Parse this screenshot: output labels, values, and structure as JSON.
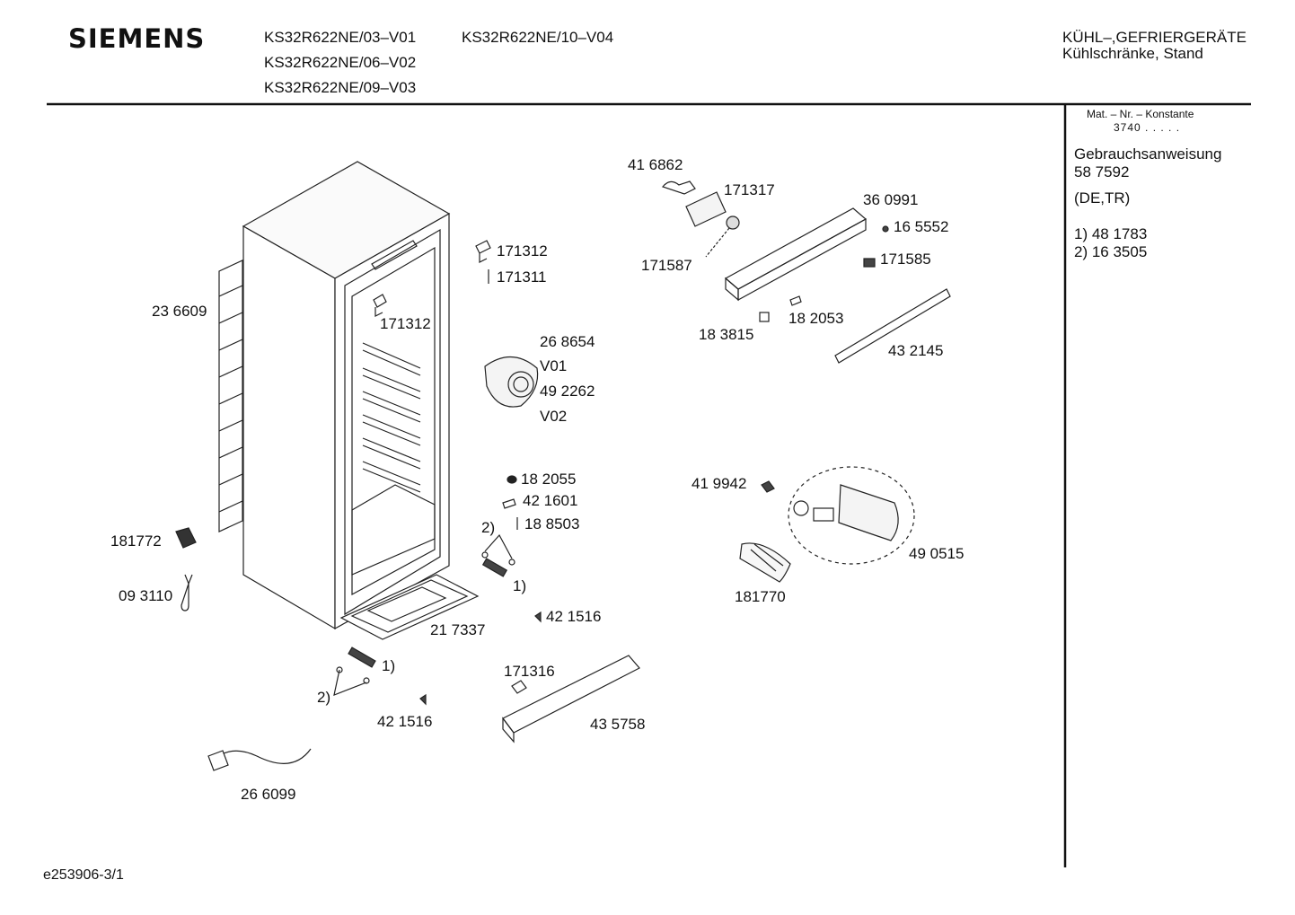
{
  "header": {
    "brand": "SIEMENS",
    "models": [
      "KS32R622NE/03–V01",
      "KS32R622NE/06–V02",
      "KS32R622NE/09–V03",
      "KS32R622NE/10–V04"
    ],
    "category_line1": "KÜHL–,GEFRIERGERÄTE",
    "category_line2": "Kühlschränke, Stand"
  },
  "sidebar": {
    "mat_label": "Mat. – Nr. – Konstante",
    "mat_value": "3740 . . . . .",
    "manual_label": "Gebrauchsanweisung",
    "manual_number": "58 7592",
    "languages": "(DE,TR)",
    "note1": "1) 48 1783",
    "note2": "2) 16 3505"
  },
  "parts": {
    "p236609": "23 6609",
    "p171312a": "171312",
    "p171311": "171311",
    "p171312b": "171312",
    "p268654": "26 8654",
    "v01": "V01",
    "p492262": "49 2262",
    "v02": "V02",
    "p416862": "41 6862",
    "p171317": "171317",
    "p171587": "171587",
    "p360991": "36 0991",
    "p165552": "16 5552",
    "p171585": "171585",
    "p183815": "18 3815",
    "p182053": "18 2053",
    "p432145": "43 2145",
    "p182055": "18 2055",
    "p421601": "42 1601",
    "p188503": "18 8503",
    "note2a": "2)",
    "note1a": "1)",
    "p421516a": "42 1516",
    "p217337": "21 7337",
    "p181772": "181772",
    "p093110": "09 3110",
    "note1b": "1)",
    "note2b": "2)",
    "p421516b": "42 1516",
    "p171316": "171316",
    "p435758": "43 5758",
    "p266099": "26 6099",
    "p419942": "41 9942",
    "p490515": "49 0515",
    "p181770": "181770"
  },
  "footer": {
    "doc_id": "e253906-3/1"
  }
}
